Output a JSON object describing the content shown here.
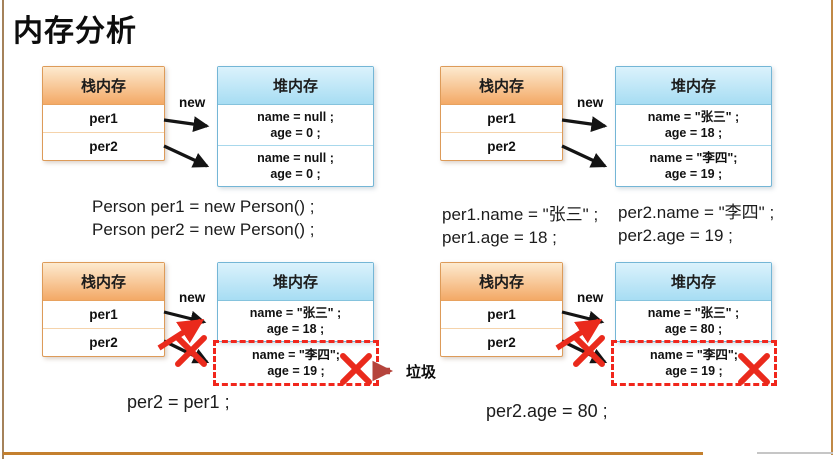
{
  "title": "内存分析",
  "shared": {
    "stack_header": "栈内存",
    "heap_header": "堆内存",
    "new_label": "new",
    "garbage_label": "垃圾",
    "stack_rows": [
      "per1",
      "per2"
    ]
  },
  "quadrants": {
    "q1": {
      "heap_cells": [
        [
          "name = null ;",
          "age = 0 ;"
        ],
        [
          "name = null ;",
          "age = 0 ;"
        ]
      ],
      "code": [
        "Person per1 = new Person() ;",
        "Person per2 = new Person() ;"
      ]
    },
    "q2": {
      "heap_cells": [
        [
          "name = \"张三\" ;",
          "age = 18 ;"
        ],
        [
          "name = \"李四\";",
          "age = 19 ;"
        ]
      ],
      "code_col1": [
        "per1.name = \"张三\" ;",
        "per1.age = 18 ;"
      ],
      "code_col2": [
        "per2.name = \"李四\" ;",
        "per2.age = 19 ;"
      ]
    },
    "q3": {
      "heap_cells": [
        [
          "name = \"张三\" ;",
          "age = 18 ;"
        ],
        [
          "name = \"李四\";",
          "age = 19 ;"
        ]
      ],
      "code": [
        "per2 = per1 ;"
      ]
    },
    "q4": {
      "heap_cells": [
        [
          "name = \"张三\" ;",
          "age = 80 ;"
        ],
        [
          "name = \"李四\";",
          "age = 19 ;"
        ]
      ],
      "code": [
        "per2.age = 80 ;"
      ]
    }
  },
  "colors": {
    "stack_header_top": "#fdeacf",
    "stack_header_bottom": "#f3a966",
    "stack_border": "#dd9b59",
    "heap_header_top": "#dbf2fc",
    "heap_header_bottom": "#a7ddf3",
    "heap_border": "#74b6d6",
    "arrow_black": "#141414",
    "cross_red": "#ea2a1c",
    "garbage_arrow_red": "#b5443c",
    "frame_line": "#c4802e"
  }
}
